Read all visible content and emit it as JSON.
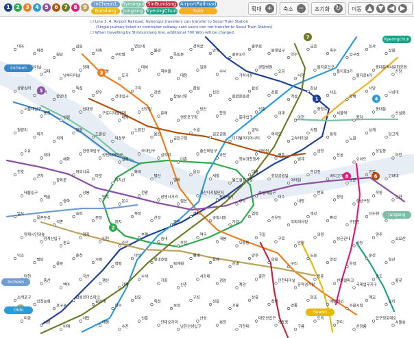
{
  "toolbar": {
    "line_buttons": [
      {
        "label": "1",
        "color": "#1b3f95"
      },
      {
        "label": "2",
        "color": "#2da84a"
      },
      {
        "label": "3",
        "color": "#ef7c1c"
      },
      {
        "label": "4",
        "color": "#2b9cd8"
      },
      {
        "label": "5",
        "color": "#8b50a4"
      },
      {
        "label": "6",
        "color": "#b5500b"
      },
      {
        "label": "7",
        "color": "#6f7a23"
      },
      {
        "label": "8",
        "color": "#e6197b"
      },
      {
        "label": "9",
        "color": "#bba35b"
      }
    ],
    "named_lines": [
      {
        "label": "InCheon1",
        "color": "#6f9ed4"
      },
      {
        "label": "Gyeongui",
        "color": "#77c4a3"
      },
      {
        "label": "SinBundang",
        "color": "#c4253a"
      },
      {
        "label": "AirportRailroad",
        "color": "#3b86c6"
      },
      {
        "label": "Bundang",
        "color": "#e8b80d"
      },
      {
        "label": "Jungang",
        "color": "#7bbfa8"
      },
      {
        "label": "KyeongChun",
        "color": "#19a183"
      },
      {
        "label": "Suin",
        "color": "#f2b125"
      }
    ],
    "zoom_label": "확대",
    "zoom_out_label": "축소",
    "reset_label": "초기화",
    "move_label": "이동"
  },
  "notes": [
    "☐ Line 1, 4, Airport Railroad, Gyeongui travellers can transfer to Seoul Train Station",
    "(Single journey ticket or commuter subway card users can not transfer to Seoul Train Station)",
    "☐ When travelling by Shinbundang line, additional 700 Won will be charged."
  ],
  "map": {
    "stations": {
      "s1": "대곡",
      "s2": "화정",
      "s3": "원당",
      "s4": "삼송",
      "s5": "지축",
      "s6": "구파발",
      "s7": "연신내",
      "s8": "불광",
      "s9": "독립문",
      "s10": "경복궁",
      "s11": "안국",
      "s12": "종로3가",
      "s13": "충무로",
      "s14": "동대입구",
      "s15": "약수",
      "s16": "금호",
      "s17": "옥수",
      "s18": "압구정",
      "s19": "신사",
      "s20": "잠원",
      "s21": "고속터미널",
      "s22": "교대",
      "s23": "남부터미널",
      "s24": "양재",
      "s25": "매봉",
      "s26": "도곡",
      "s27": "대치",
      "s28": "학여울",
      "s29": "대청",
      "s30": "일원",
      "s31": "수서",
      "s32": "가락시장",
      "s33": "경찰병원",
      "s34": "오금",
      "s35": "시청",
      "s36": "을지로입구",
      "s37": "을지로3가",
      "s38": "을지로4가",
      "s39": "동대문역사문화공원",
      "s40": "신당",
      "s41": "상왕십리",
      "s42": "왕십리",
      "s43": "한양대",
      "s44": "뚝섬",
      "s45": "성수",
      "s46": "건대입구",
      "s47": "구의",
      "s48": "강변",
      "s49": "잠실나루",
      "s50": "잠실",
      "s51": "신천",
      "s52": "종합운동장",
      "s53": "삼성",
      "s54": "선릉",
      "s55": "역삼",
      "s56": "강남",
      "s57": "서초",
      "s58": "방배",
      "s59": "사당",
      "s60": "낙성대",
      "s61": "서울대입구",
      "s62": "봉천",
      "s63": "신림",
      "s64": "신대방",
      "s65": "구로디지털단지",
      "s66": "대림",
      "s67": "신도림",
      "s68": "문래",
      "s69": "영등포구청",
      "s70": "당산",
      "s71": "합정",
      "s72": "홍대입구",
      "s73": "신촌",
      "s74": "이대",
      "s75": "아현",
      "s76": "충정로",
      "s77": "서울역",
      "s78": "종각",
      "s79": "동대문",
      "s80": "신설동",
      "s81": "청량리",
      "s82": "회기",
      "s83": "석계",
      "s84": "창동",
      "s85": "도봉산",
      "s86": "의정부",
      "s87": "노량진",
      "s88": "용산",
      "s89": "금천구청",
      "s90": "수원",
      "s91": "김포공항",
      "s92": "디지털미디어시티",
      "s93": "공덕",
      "s94": "여의도",
      "s95": "고속터미널",
      "s96": "사평",
      "s97": "동작",
      "s98": "노원",
      "s99": "상계",
      "s100": "당고개",
      "s101": "수유",
      "s102": "미아",
      "s103": "혜화",
      "s104": "한성대입구",
      "s105": "성신여대입구",
      "s106": "길음",
      "s107": "숙대입구",
      "s108": "삼각지",
      "s109": "이촌",
      "s110": "총신대입구",
      "s111": "과천",
      "s112": "정부과천청사",
      "s113": "인덕원",
      "s114": "평촌",
      "s115": "범계",
      "s116": "금정",
      "s117": "산본",
      "s118": "오이도",
      "s119": "상일동",
      "s120": "마천",
      "s121": "천호",
      "s122": "군자",
      "s123": "광화문",
      "s124": "여의나루",
      "s125": "마포",
      "s126": "까치산",
      "s127": "화곡",
      "s128": "발산",
      "s129": "방화",
      "s130": "응암",
      "s131": "새절",
      "s132": "월드컵경기장",
      "s133": "대흥",
      "s134": "효창공원앞",
      "s135": "이태원",
      "s136": "한강진",
      "s137": "버티고개",
      "s138": "보문",
      "s139": "안암",
      "s140": "고려대",
      "s141": "태릉입구",
      "s142": "먹골",
      "s143": "중화",
      "s144": "상봉",
      "s145": "면목",
      "s146": "온수",
      "s147": "천왕",
      "s148": "광명사거리",
      "s149": "철산",
      "s150": "가산디지털단지",
      "s151": "장승배기",
      "s152": "상도",
      "s153": "숭실대입구",
      "s154": "이수",
      "s155": "내방",
      "s156": "반포",
      "s157": "청담",
      "s158": "강남구청",
      "s159": "학동",
      "s160": "논현",
      "s161": "암사",
      "s162": "몽촌토성",
      "s163": "석촌",
      "s164": "송파",
      "s165": "문정",
      "s166": "장지",
      "s167": "복정",
      "s168": "산성",
      "s169": "모란",
      "s170": "개화",
      "s171": "공항시장",
      "s172": "가양",
      "s173": "염창",
      "s174": "선유도",
      "s175": "국회의사당",
      "s176": "샛강",
      "s177": "흑석",
      "s178": "구반포",
      "s179": "신논현",
      "s180": "강남",
      "s181": "양재시민의숲",
      "s182": "청계산입구",
      "s183": "판교",
      "s184": "정자",
      "s185": "인천",
      "s186": "주안",
      "s187": "부평",
      "s188": "송내",
      "s189": "부천",
      "s190": "역곡",
      "s191": "개봉",
      "s192": "오류동",
      "s193": "구일",
      "s194": "구로",
      "s195": "안양",
      "s196": "의왕",
      "s197": "성균관대",
      "s198": "가능",
      "s199": "양주",
      "s200": "소요산",
      "s201": "덕소",
      "s202": "팔당",
      "s203": "용문",
      "s204": "춘천",
      "s205": "가평",
      "s206": "청평",
      "s207": "마석",
      "s208": "평내호평",
      "s209": "퇴계원",
      "s210": "별내",
      "s211": "갈매",
      "s212": "신내",
      "s213": "망우",
      "s214": "양원",
      "s215": "구리",
      "s216": "도농",
      "s217": "양정",
      "s218": "운정",
      "s219": "문산",
      "s220": "일산",
      "s221": "탄현",
      "s222": "풍산",
      "s223": "백마",
      "s224": "곡산",
      "s225": "행신",
      "s226": "강매",
      "s227": "수색",
      "s228": "가좌",
      "s229": "신촌",
      "s230": "서강대",
      "s231": "검암",
      "s232": "계양",
      "s233": "귤현",
      "s234": "인천터미널",
      "s235": "문학경기장",
      "s236": "동춘",
      "s237": "센트럴파크",
      "s238": "국제업무지구",
      "s239": "송도",
      "s240": "월곶",
      "s241": "소래포구",
      "s242": "인천논현",
      "s243": "호구포",
      "s244": "남동인더스파크",
      "s245": "원인재",
      "s246": "연수",
      "s247": "신포",
      "s248": "죽전",
      "s249": "보정",
      "s250": "구성",
      "s251": "신갈",
      "s252": "기흥",
      "s253": "상갈",
      "s254": "청명",
      "s255": "영통",
      "s256": "망포",
      "s257": "매탄권선",
      "s258": "수원시청",
      "s259": "매교",
      "s260": "오리",
      "s261": "미금",
      "s262": "서현",
      "s263": "이매",
      "s264": "야탑",
      "s265": "태평",
      "s266": "수진",
      "s267": "신흥",
      "s268": "단대오거리",
      "s269": "남한산성입구",
      "s270": "산성",
      "s271": "복정",
      "s272": "가천대",
      "s273": "대모산입구",
      "s274": "개포동",
      "s275": "구룡",
      "s276": "도곡",
      "s277": "한티",
      "s278": "선정릉",
      "s279": "압구정로데오",
      "s280": "서울숲"
    },
    "edge_labels": [
      {
        "label": "Incheon Airport",
        "color": "#3b86c6"
      },
      {
        "label": "Incheon",
        "color": "#6f9ed4"
      },
      {
        "label": "Suwon",
        "color": "#e8b80d"
      },
      {
        "label": "Kyeongchun",
        "color": "#19a183"
      },
      {
        "label": "Jungang",
        "color": "#7bbfa8"
      },
      {
        "label": "Oido",
        "color": "#2b9cd8"
      }
    ],
    "transfer_markers": [
      {
        "label": "1"
      },
      {
        "label": "2"
      },
      {
        "label": "3"
      },
      {
        "label": "4"
      },
      {
        "label": "5"
      },
      {
        "label": "6"
      },
      {
        "label": "7"
      },
      {
        "label": "8"
      },
      {
        "label": "9"
      }
    ]
  }
}
